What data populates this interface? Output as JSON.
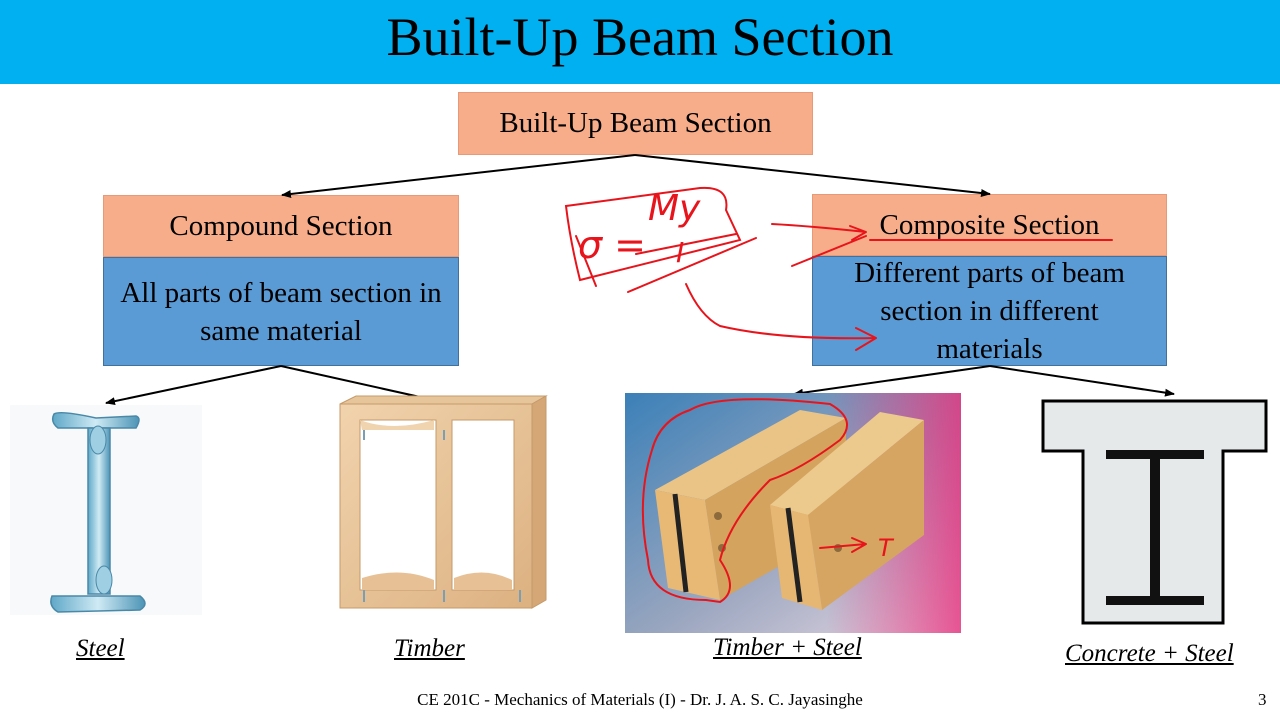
{
  "slide": {
    "title": "Built-Up Beam Section",
    "root_box": "Built-Up Beam Section",
    "left": {
      "heading": "Compound Section",
      "description": "All parts of beam section in same material"
    },
    "right": {
      "heading": "Composite Section",
      "description": "Different parts of beam section in different materials"
    },
    "captions": {
      "steel": "Steel",
      "timber": "Timber",
      "timber_steel": "Timber + Steel",
      "concrete_steel": "Concrete + Steel"
    },
    "footer": "CE 201C - Mechanics of Materials (I) - Dr. J. A. S. C. Jayasinghe",
    "page_number": "3"
  },
  "colors": {
    "title_bar": "#00b0f0",
    "heading_box": "#f8ad8a",
    "description_box": "#5b9bd5",
    "annotation_ink": "#e8141c"
  },
  "annotations": {
    "formula_left": "σ =",
    "formula_numerator": "My",
    "formula_denominator": "I",
    "t_mark": "T"
  }
}
